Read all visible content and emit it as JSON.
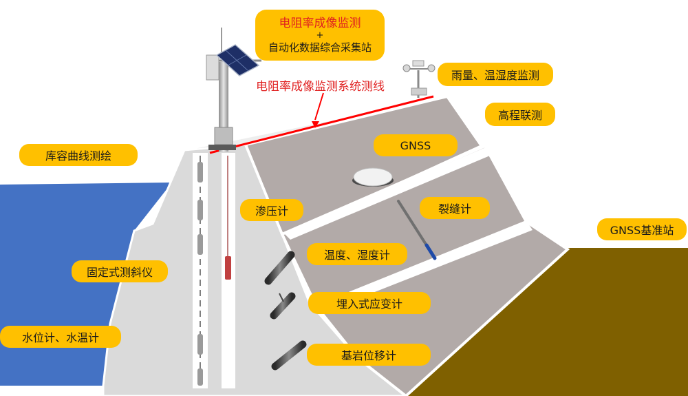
{
  "station": {
    "line1": "电阻率成像监测",
    "line2": "+",
    "line3": "自动化数据综合采集站"
  },
  "line_label": "电阻率成像监测系统测线",
  "labels": {
    "rain_temp_humidity": "雨量、温湿度监测",
    "elevation": "高程联测",
    "gnss": "GNSS",
    "reservoir_curve": "库容曲线测绘",
    "piezometer": "渗压计",
    "crack_meter": "裂缝计",
    "gnss_base": "GNSS基准站",
    "temp_humidity_meter": "温度、湿度计",
    "fixed_inclinometer": "固定式测斜仪",
    "strain_gauge": "埋入式应变计",
    "water_level_temp": "水位计、水温计",
    "bedrock_displacement": "基岩位移计"
  },
  "colors": {
    "label_fill": "#ffc000",
    "red_accent": "#e02020",
    "water": "#4472c4",
    "dam_face": "#dadada",
    "terrace": "#b2aaa8",
    "ground": "#7f6000"
  },
  "icons": [
    "solar-panel-icon",
    "weather-station-icon",
    "gnss-antenna-icon",
    "crack-meter-icon",
    "sensor-probe-icon"
  ]
}
